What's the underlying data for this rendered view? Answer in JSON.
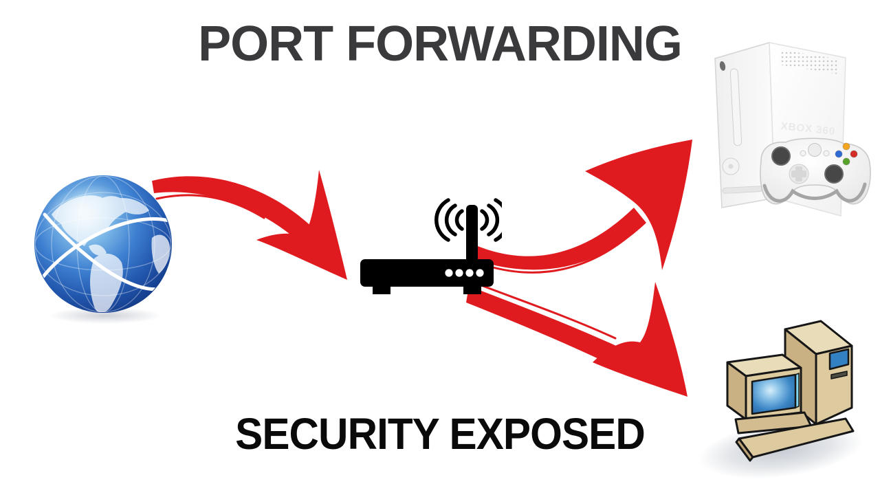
{
  "header": {
    "title": "PORT FORWARDING"
  },
  "footer": {
    "caption": "SECURITY EXPOSED"
  },
  "console": {
    "label": "XBOX 360"
  },
  "colors": {
    "background": "#ffffff",
    "arrow_red": "#e01b1f",
    "title_gray": "#3a3a3c",
    "caption_black": "#0a0a0a",
    "router_black": "#000000",
    "globe_blue": "#2e6cc0",
    "device_beige": "#dcc99e",
    "screen_blue": "#3380c2"
  },
  "diagram": {
    "nodes": [
      {
        "id": "internet",
        "icon": "globe-internet-icon"
      },
      {
        "id": "router",
        "icon": "wireless-router-icon"
      },
      {
        "id": "game-console",
        "icon": "xbox-console-icon"
      },
      {
        "id": "computer",
        "icon": "desktop-computer-icon"
      }
    ],
    "edges": [
      {
        "from": "internet",
        "to": "router",
        "style": "red-brush-arrow"
      },
      {
        "from": "router",
        "to": "game-console",
        "style": "red-brush-arrow"
      },
      {
        "from": "router",
        "to": "computer",
        "style": "red-brush-arrow"
      }
    ]
  }
}
